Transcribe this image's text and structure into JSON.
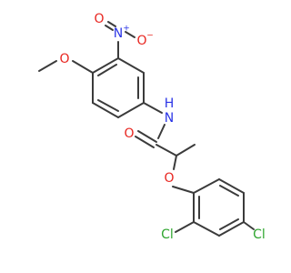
{
  "molecule": {
    "atoms": {
      "nitro_n": {
        "label": "N",
        "charge": "+"
      },
      "nitro_o_top": {
        "label": "O"
      },
      "nitro_o_right": {
        "label": "O",
        "charge": "−"
      },
      "methoxy_o": {
        "label": "O"
      },
      "amide_n": {
        "label": "N"
      },
      "amide_h": {
        "label": "H"
      },
      "carbonyl_o": {
        "label": "O"
      },
      "ether_o": {
        "label": "O"
      },
      "cl_ortho": {
        "label": "Cl"
      },
      "cl_para": {
        "label": "Cl"
      }
    },
    "colors": {
      "bond": "#3b3b3b",
      "nitrogen": "#2a34e6",
      "oxygen": "#e8251f",
      "chlorine": "#2ea52e",
      "carbon": "#3b3b3b"
    }
  }
}
